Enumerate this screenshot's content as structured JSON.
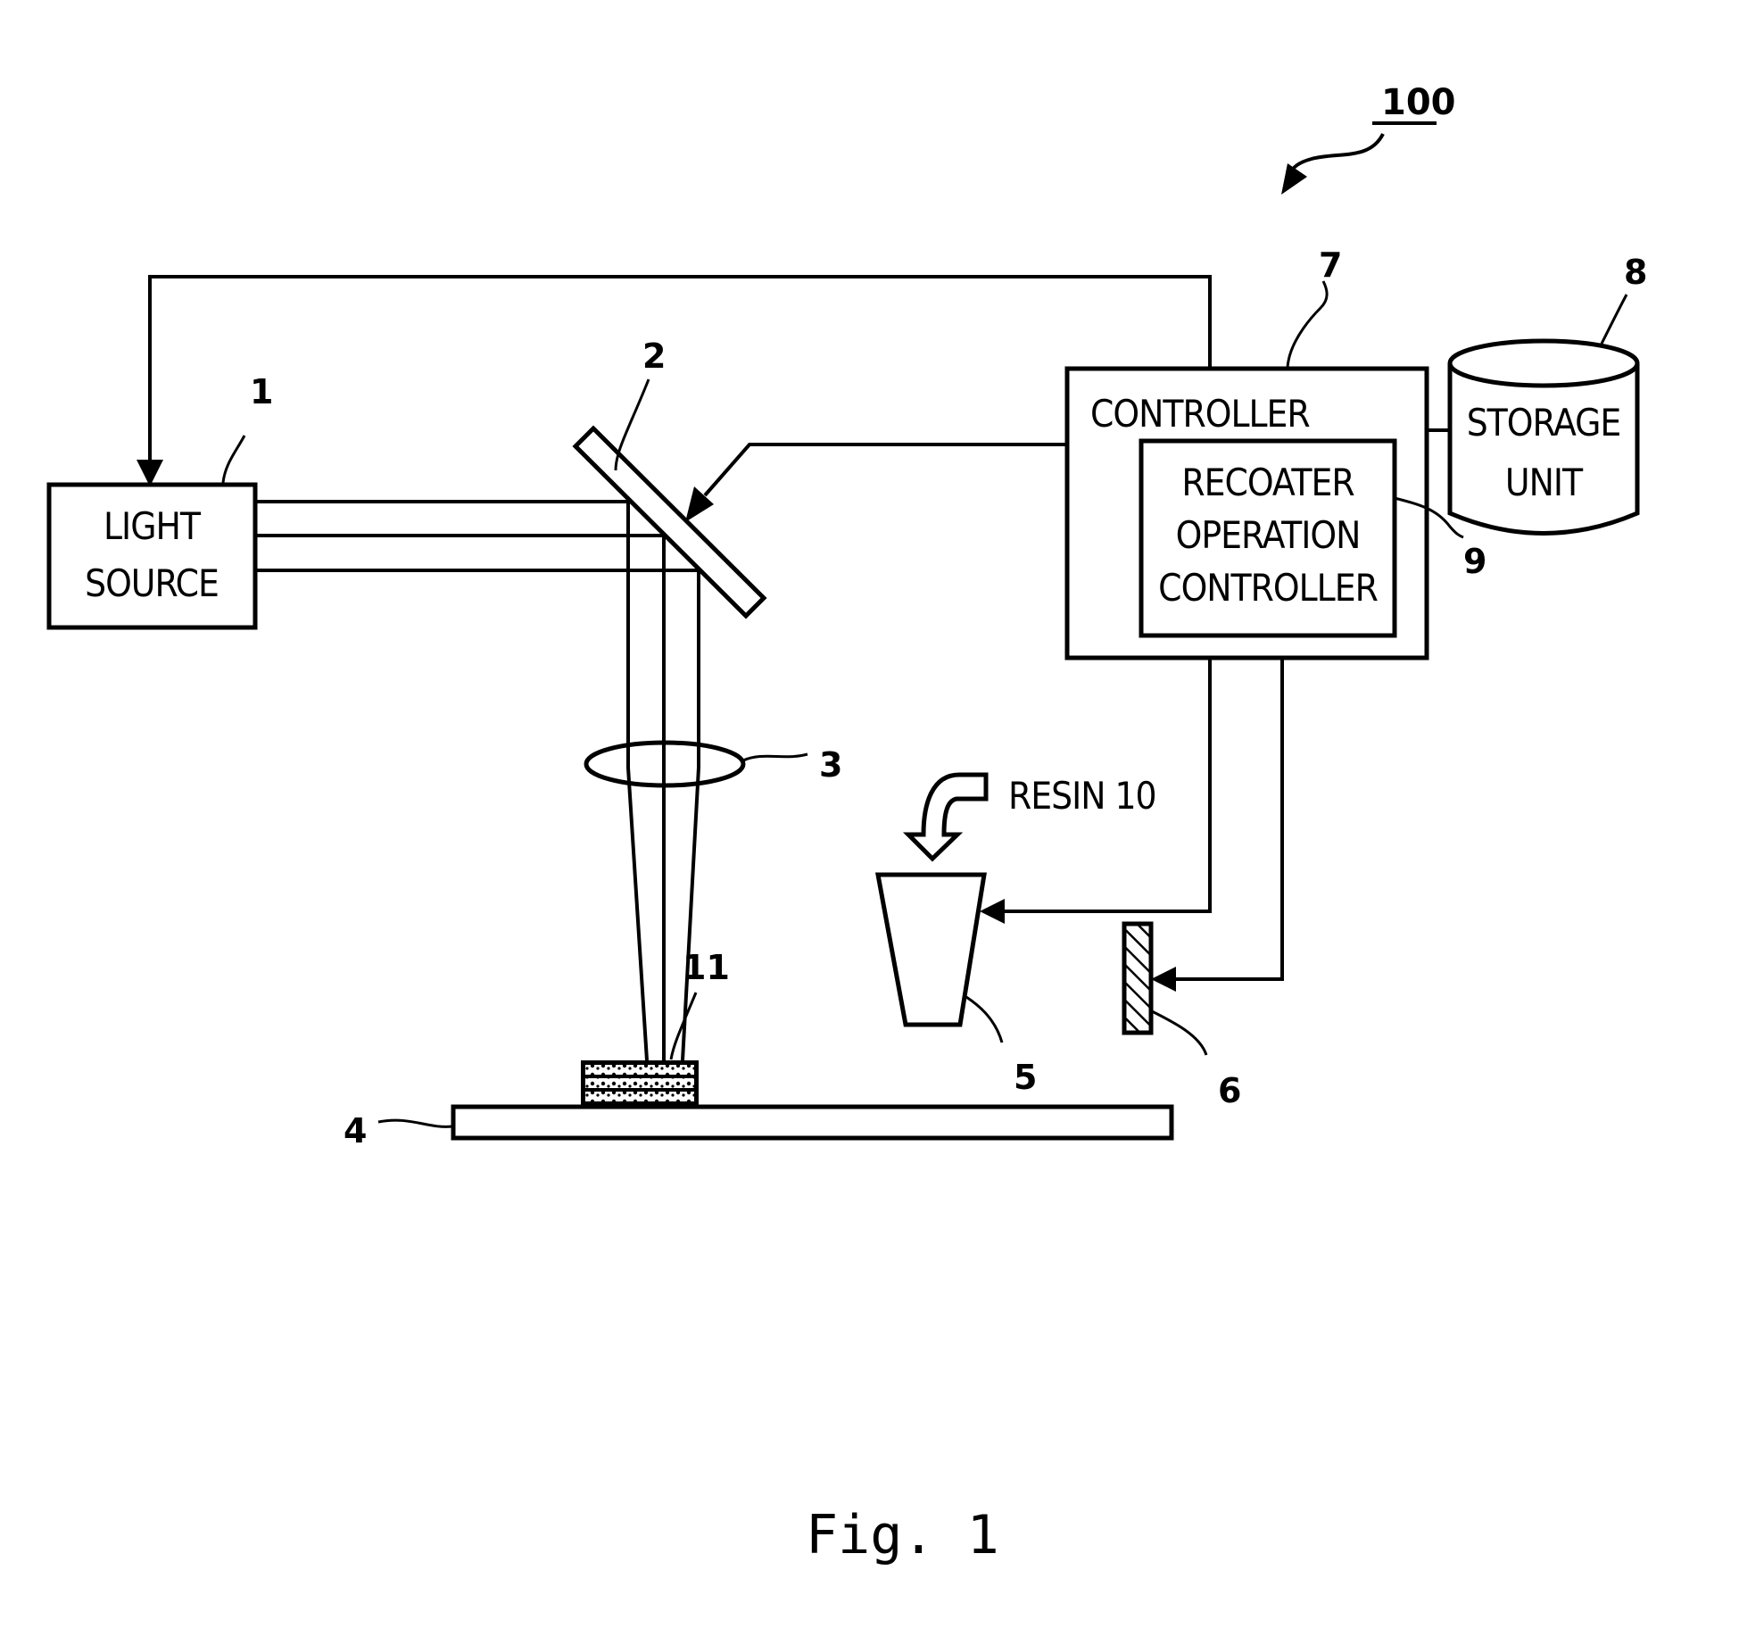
{
  "figure": {
    "caption": "Fig. 1",
    "system_ref": "100"
  },
  "components": {
    "light_source": {
      "ref": "1",
      "line1": "LIGHT",
      "line2": "SOURCE"
    },
    "mirror": {
      "ref": "2"
    },
    "lens": {
      "ref": "3"
    },
    "base_plate": {
      "ref": "4"
    },
    "resin_dispenser": {
      "ref": "5"
    },
    "recoater": {
      "ref": "6"
    },
    "controller": {
      "ref": "7",
      "label": "CONTROLLER"
    },
    "storage_unit": {
      "ref": "8",
      "line1": "STORAGE",
      "line2": "UNIT"
    },
    "recoater_operation_controller": {
      "ref": "9",
      "line1": "RECOATER",
      "line2": "OPERATION",
      "line3": "CONTROLLER"
    },
    "resin": {
      "label": "RESIN 10"
    },
    "shaped_object": {
      "ref": "11"
    }
  }
}
